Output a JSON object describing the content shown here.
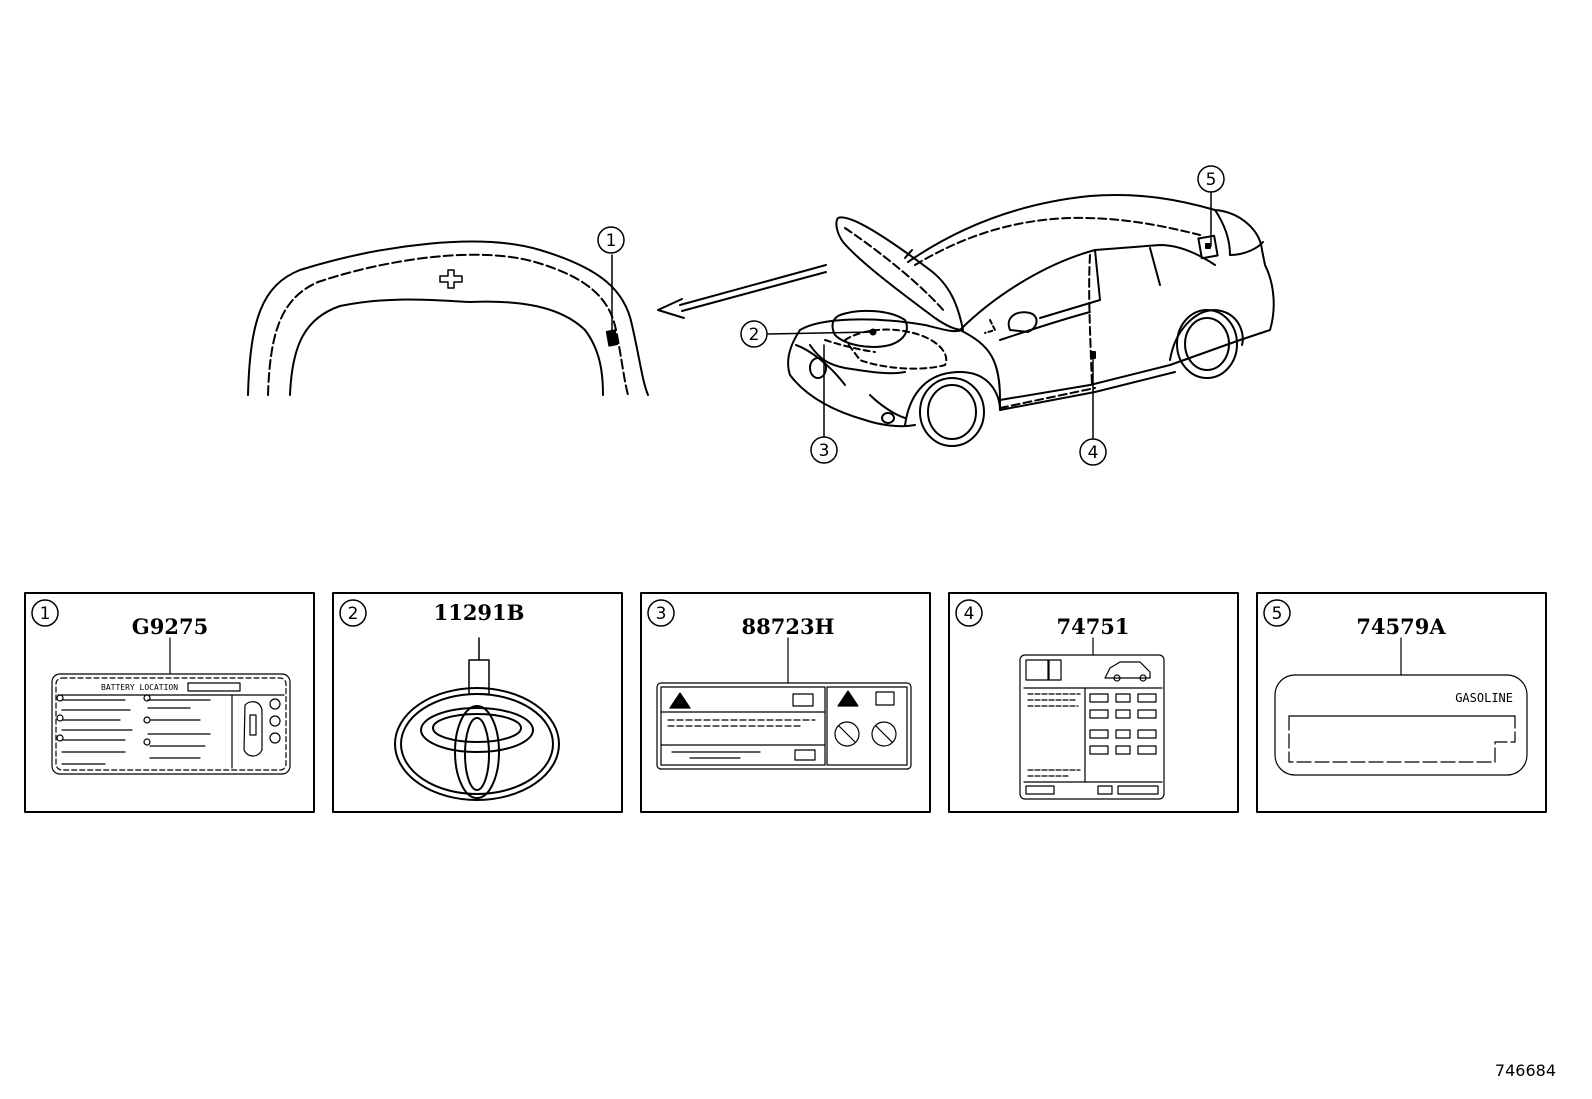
{
  "callouts": [
    {
      "number": "1",
      "part_number": "G9275",
      "label_text": "BATTERY LOCATION"
    },
    {
      "number": "2",
      "part_number": "11291B"
    },
    {
      "number": "3",
      "part_number": "88723H"
    },
    {
      "number": "4",
      "part_number": "74751"
    },
    {
      "number": "5",
      "part_number": "74579A",
      "label_text": "GASOLINE"
    }
  ],
  "diagram_id": "746684"
}
